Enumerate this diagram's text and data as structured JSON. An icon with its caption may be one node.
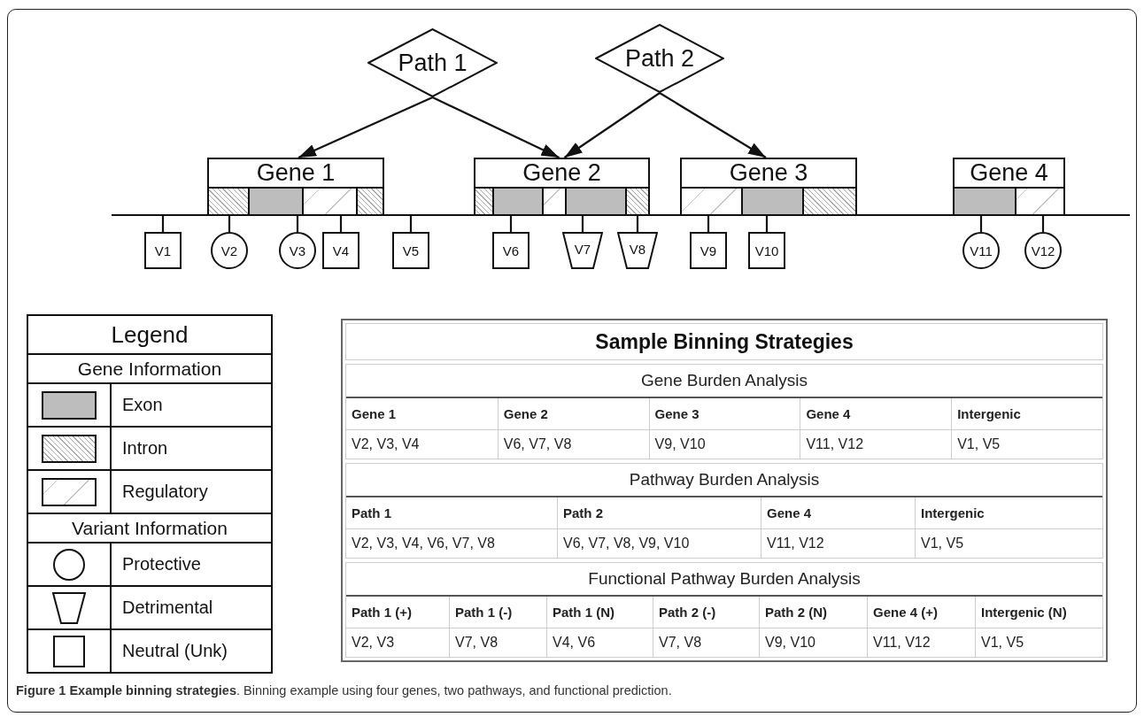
{
  "diagram": {
    "caption": "**Figure 1 Example binning strategies**. Binning example using four genes, two pathways, and functional prediction.",
    "nodes": [
      {
        "text": [
          "Path 1"
        ]
      },
      {
        "text": [
          "Path 2"
        ]
      },
      {
        "text": [
          "Gene 1"
        ]
      },
      {
        "text": [
          "Gene 2"
        ]
      },
      {
        "text": [
          "Gene 3"
        ]
      },
      {
        "text": [
          "Gene 4"
        ]
      },
      {
        "text": [
          "V1"
        ]
      },
      {
        "text": [
          "V2"
        ]
      },
      {
        "text": [
          "V3"
        ]
      },
      {
        "text": [
          "V4"
        ]
      },
      {
        "text": [
          "V5"
        ]
      },
      {
        "text": [
          "V6"
        ]
      },
      {
        "text": [
          "V7"
        ]
      },
      {
        "text": [
          "V8"
        ]
      },
      {
        "text": [
          "V9"
        ]
      },
      {
        "text": [
          "V10"
        ]
      },
      {
        "text": [
          "V11"
        ]
      },
      {
        "text": [
          "V12"
        ]
      },
      {
        "text": [],
        "shape": "bar"
      }
    ],
    "edges": [
      {
        "from": 0,
        "to": 2,
        "arrow": "to"
      },
      {
        "from": 0,
        "to": 3,
        "arrow": "to"
      },
      {
        "from": 1,
        "to": 3,
        "arrow": "to"
      },
      {
        "from": 1,
        "to": 4,
        "arrow": "to"
      },
      {
        "from": 18,
        "to": 6,
        "arrow": "none"
      },
      {
        "from": 18,
        "to": 7,
        "arrow": "none"
      },
      {
        "from": 18,
        "to": 8,
        "arrow": "none"
      },
      {
        "from": 18,
        "to": 9,
        "arrow": "none"
      },
      {
        "from": 18,
        "to": 10,
        "arrow": "none"
      },
      {
        "from": 18,
        "to": 11,
        "arrow": "none"
      },
      {
        "from": 18,
        "to": 12,
        "arrow": "none"
      },
      {
        "from": 18,
        "to": 13,
        "arrow": "none"
      },
      {
        "from": 18,
        "to": 14,
        "arrow": "none"
      },
      {
        "from": 18,
        "to": 15,
        "arrow": "none"
      },
      {
        "from": 18,
        "to": 16,
        "arrow": "none"
      },
      {
        "from": 18,
        "to": 17,
        "arrow": "none"
      }
    ],
    "labels": [
      "Legend",
      "Gene Information",
      "Variant Information",
      "Sample Binning Strategies",
      "Gene Burden Analysis",
      "Gene 1",
      "Gene 2",
      "Gene 3",
      "Gene 4",
      "Intergenic",
      "V2, V3, V4",
      "V6, V7, V8",
      "V9, V10",
      "V11, V12",
      "V1, V5",
      "Pathway Burden Analysis",
      "Path 1",
      "Path 2",
      "Gene 4",
      "Intergenic",
      "V2, V3, V4, V6, V7, V8",
      "V6, V7, V8, V9, V10",
      "V11, V12",
      "V1, V5",
      "Functional Pathway Burden Analysis",
      "Path 1 (+)",
      "Path 1 (-)",
      "Path 1 (N)",
      "Path 2 (-)",
      "Path 2 (N)",
      "Gene 4 (+)",
      "Intergenic (N)",
      "V2, V3",
      "V7, V8",
      "V4, V6",
      "V7, V8",
      "V9, V10",
      "V11, V12",
      "V1, V5"
    ],
    "legend": [
      {
        "text": "Exon",
        "color": "#bdbdbd"
      },
      {
        "text": "Intron"
      },
      {
        "text": "Regulatory"
      },
      {
        "text": "Protective"
      },
      {
        "text": "Detrimental"
      },
      {
        "text": "Neutral (Unk)"
      }
    ]
  }
}
